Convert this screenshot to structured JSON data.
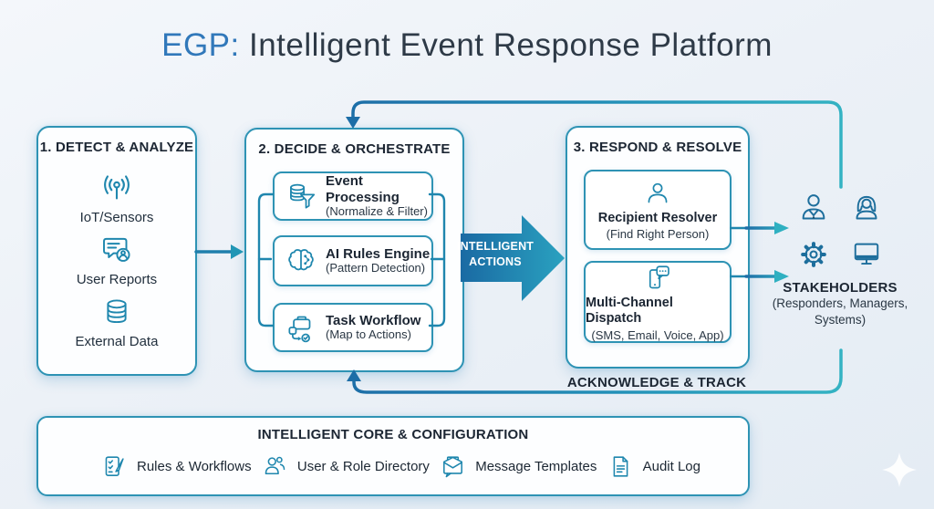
{
  "title": {
    "prefix": "EGP:",
    "rest": " Intelligent Event Response Platform"
  },
  "stage1": {
    "header": "1. DETECT & ANALYZE",
    "items": [
      {
        "label": "IoT/Sensors",
        "icon": "iot-sensors-icon"
      },
      {
        "label": "User Reports",
        "icon": "user-reports-icon"
      },
      {
        "label": "External Data",
        "icon": "external-data-icon"
      }
    ]
  },
  "stage2": {
    "header": "2. DECIDE & ORCHESTRATE",
    "items": [
      {
        "title": "Event Processing",
        "subtitle": "(Normalize & Filter)",
        "icon": "event-processing-icon"
      },
      {
        "title": "AI Rules Engine",
        "subtitle": "(Pattern Detection)",
        "icon": "ai-rules-engine-icon"
      },
      {
        "title": "Task Workflow",
        "subtitle": "(Map to Actions)",
        "icon": "task-workflow-icon"
      }
    ]
  },
  "actions_arrow": {
    "label": "INTELLIGENT ACTIONS"
  },
  "stage3": {
    "header": "3. RESPOND & RESOLVE",
    "items": [
      {
        "title": "Recipient Resolver",
        "subtitle": "(Find Right Person)",
        "icon": "recipient-resolver-icon"
      },
      {
        "title": "Multi-Channel Dispatch",
        "subtitle": "(SMS, Email, Voice, App)",
        "icon": "multi-channel-dispatch-icon"
      }
    ]
  },
  "stakeholders": {
    "title": "STAKEHOLDERS",
    "subtitle": "(Responders, Managers, Systems)",
    "icons": [
      "businessman-icon",
      "businesswoman-icon",
      "gear-icon",
      "monitor-icon"
    ]
  },
  "feedback": {
    "label": "ACKNOWLEDGE & TRACK"
  },
  "core": {
    "header": "INTELLIGENT CORE & CONFIGURATION",
    "items": [
      {
        "label": "Rules & Workflows",
        "icon": "rules-workflows-icon"
      },
      {
        "label": "User & Role Directory",
        "icon": "user-role-directory-icon"
      },
      {
        "label": "Message Templates",
        "icon": "message-templates-icon"
      },
      {
        "label": "Audit Log",
        "icon": "audit-log-icon"
      }
    ]
  },
  "colors": {
    "accent_teal": "#2fb0c1",
    "accent_blue": "#1d6ea7",
    "panel_border": "#2e93b4",
    "title_blue": "#3178ba",
    "title_dark": "#2e3a47",
    "text_dark": "#1c2633"
  }
}
